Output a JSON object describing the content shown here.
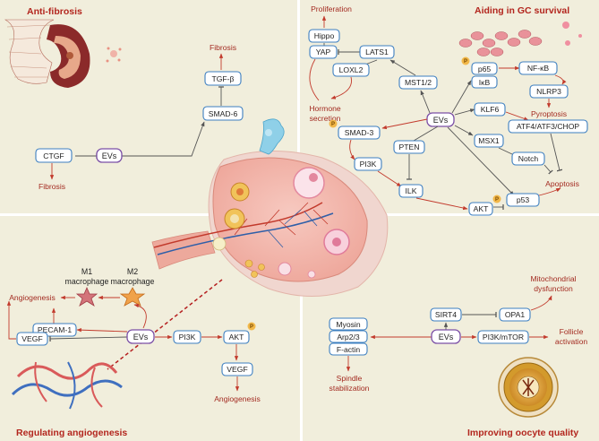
{
  "panels": {
    "anti_fibrosis": "Anti-fibrosis",
    "gc_survival": "Aiding in GC survival",
    "angiogenesis": "Regulating angiogenesis",
    "oocyte": "Improving oocyte quality"
  },
  "anti_fibrosis": {
    "ctgf": "CTGF",
    "evs": "EVs",
    "smad6": "SMAD-6",
    "tgfb": "TGF-β",
    "fibrosis_top": "Fibrosis",
    "fibrosis_bottom": "Fibrosis"
  },
  "gc": {
    "proliferation": "Proliferation",
    "hippo": "Hippo",
    "yap": "YAP",
    "lats1": "LATS1",
    "loxl2": "LOXL2",
    "mst12": "MST1/2",
    "hormone1": "Hormone",
    "hormone2": "secretion",
    "p65": "p65",
    "ikb": "IκB",
    "nfkb": "NF-κB",
    "nlrp3": "NLRP3",
    "pyroptosis": "Pyroptosis",
    "evs": "EVs",
    "klf6": "KLF6",
    "atf": "ATF4/ATF3/CHOP",
    "smad3": "SMAD-3",
    "pten": "PTEN",
    "msx1": "MSX1",
    "notch": "Notch",
    "apoptosis": "Apoptosis",
    "pi3k": "PI3K",
    "ilk": "ILK",
    "akt": "AKT",
    "p53": "p53"
  },
  "angio": {
    "m1a": "M1",
    "m1b": "macrophage",
    "m2a": "M2",
    "m2b": "macrophage",
    "angiogenesis_left": "Angiogenesis",
    "pecam": "PECAM-1",
    "vegf_left": "VEGF",
    "evs": "EVs",
    "pi3k": "PI3K",
    "akt": "AKT",
    "vegf_right": "VEGF",
    "angiogenesis_bottom": "Angiogenesis"
  },
  "oocyte": {
    "mito1": "Mitochondrial",
    "mito2": "dysfunction",
    "sirt4": "SIRT4",
    "opa1": "OPA1",
    "myosin": "Myosin",
    "arp": "Arp2/3",
    "factin": "F-actin",
    "evs": "EVs",
    "pi3k_mtor": "PI3K/mTOR",
    "follicle1": "Follicle",
    "follicle2": "activation",
    "spindle1": "Spindle",
    "spindle2": "stabilization"
  },
  "phospho": "P",
  "colors": {
    "panel_bg": "#f1eedc",
    "node_border": "#3d7fc0",
    "ev_border": "#7b4fa6",
    "accent": "#c23a2c",
    "title": "#b3261e"
  }
}
